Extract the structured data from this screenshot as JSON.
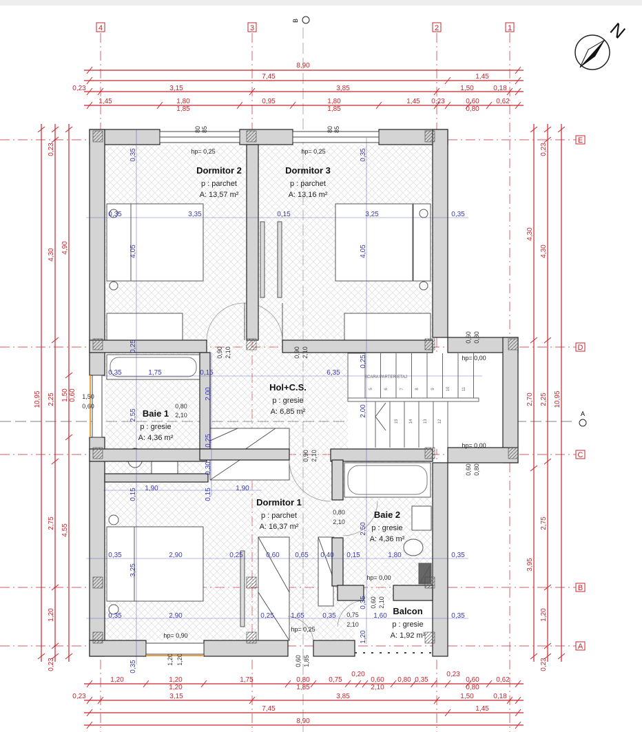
{
  "grid_axes": {
    "vertical": [
      "4",
      "3",
      "2",
      "1"
    ],
    "horizontal": [
      "E",
      "D",
      "C",
      "B",
      "A"
    ]
  },
  "section_markers": {
    "top": "B",
    "right": "A"
  },
  "north_label": "N",
  "rooms": [
    {
      "name": "Dormitor 2",
      "floor": "p : parchet",
      "area": "A: 13,57 m²"
    },
    {
      "name": "Dormitor 3",
      "floor": "p : parchet",
      "area": "A: 13,16 m²"
    },
    {
      "name": "Hol+C.S.",
      "floor": "p : gresie",
      "area": "A: 6,85 m²"
    },
    {
      "name": "Baie 1",
      "floor": "p : gresie",
      "area": "A: 4,36 m²"
    },
    {
      "name": "Dormitor 1",
      "floor": "p : parchet",
      "area": "A: 16,37 m²"
    },
    {
      "name": "Baie 2",
      "floor": "p : gresie",
      "area": "A: 4,36 m²"
    },
    {
      "name": "Balcon",
      "floor": "p : gresie",
      "area": "A: 1,92 m²"
    }
  ],
  "hp_labels": [
    "hp= 0,25",
    "hp= 0,25",
    "hp= 0,00",
    "hp= 0,00",
    "hp= 0,00",
    "hp= 0,90",
    "hp= 0,25"
  ],
  "stairs": {
    "label": "SCARA PARTER-ETAJ",
    "steps_top": [
      "5",
      "6",
      "7",
      "8",
      "9",
      "10",
      "11"
    ],
    "steps_bottom": [
      "15",
      "14",
      "13",
      "12"
    ]
  },
  "dims_top": [
    "8,90",
    "7,45",
    "1,45",
    "0,23",
    "3,15",
    "3,85",
    "1,50",
    "0,18",
    "1,45",
    "1,80",
    "1,85",
    "0,95",
    "1,80",
    "1,85",
    "1,45",
    "0,23",
    "0,60",
    "0,80",
    "0,62"
  ],
  "dims_bottom": [
    "1,20",
    "1,20",
    "1,20",
    "1,75",
    "0,80",
    "1,85",
    "0,75",
    "0,20",
    "0,60",
    "2,10",
    "0,80",
    "0,35",
    "0,23",
    "0,60",
    "0,80",
    "0,62",
    "0,23",
    "3,15",
    "3,85",
    "1,50",
    "0,18",
    "7,45",
    "1,45",
    "8,90"
  ],
  "dims_left": [
    "10,95",
    "0,23",
    "4,30",
    "2,25",
    "2,75",
    "1,20",
    "0,23",
    "4,90",
    "1,50",
    "0,60",
    "4,55"
  ],
  "dims_right": [
    "4,30",
    "2,70",
    "3,95",
    "0,23",
    "4,30",
    "2,25",
    "2,75",
    "1,20",
    "0,23",
    "10,95"
  ],
  "dims_interior": [
    "0,35",
    "3,35",
    "0,15",
    "3,25",
    "0,35",
    "0,35",
    "4,05",
    "0,35",
    "4,05",
    "0,25",
    "0,35",
    "1,75",
    "0,15",
    "6,35",
    "2,00",
    "2,55",
    "0,25",
    "0,30",
    "0,15",
    "0,15",
    "1,90",
    "1,90",
    "0,25",
    "2,00",
    "2,50",
    "0,35",
    "2,90",
    "0,25",
    "0,60",
    "0,65",
    "0,40",
    "0,15",
    "1,80",
    "0,35",
    "3,25",
    "0,35",
    "2,90",
    "0,25",
    "1,65",
    "0,35",
    "1,60",
    "0,35",
    "0,35",
    "1,20",
    "0,35"
  ],
  "openings": [
    "0,90",
    "2,10",
    "0,90",
    "2,10",
    "0,80",
    "2,10",
    "0,90",
    "2,10",
    "0,80",
    "2,10",
    "0,60",
    "2,10",
    "0,75",
    "2,10",
    "1,20",
    "1,20",
    "0,60",
    "1,85",
    "80",
    "85",
    "80",
    "85",
    "0,60",
    "0,80",
    "0,60",
    "0,80",
    "1,50",
    "0,60"
  ],
  "colors": {
    "dimension": "#c8242b",
    "interior_dimension": "#3a3ab0",
    "wall": "#d4d4d4",
    "wall_outline": "#222222"
  }
}
